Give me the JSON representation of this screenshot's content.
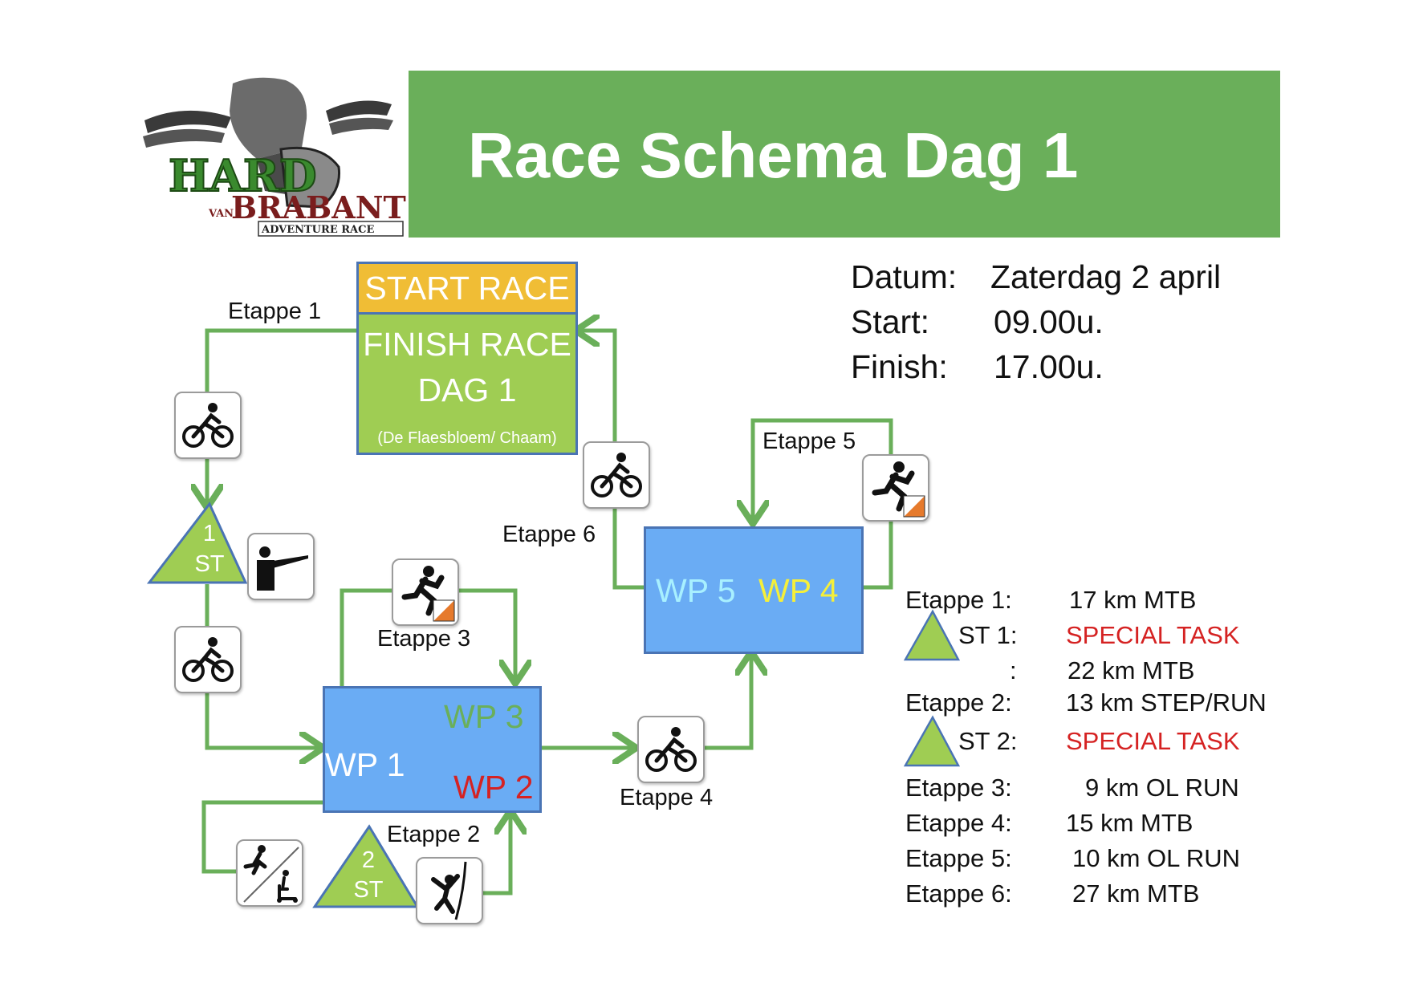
{
  "header": {
    "title": "Race Schema Dag 1"
  },
  "logo": {
    "line1": "HARD",
    "line2": "VAN",
    "line3": "BRABANT",
    "line4": "ADVENTURE RACE"
  },
  "colors": {
    "header_green": "#6aaf5a",
    "arrow_green": "#6aaf5a",
    "start_yellow": "#f0bd35",
    "finish_green": "#9fcd53",
    "wp_blue": "#6aacf4",
    "wp1_text": "#ffffff",
    "wp2_text": "#d52222",
    "wp3_text": "#6aaf5a",
    "wp4_text": "#f5ef3a",
    "wp5_text": "#a8f0ff",
    "special_red": "#d52222"
  },
  "start_box": {
    "label": "START RACE"
  },
  "finish_box": {
    "line1": "FINISH RACE",
    "line2": "DAG 1",
    "line3": "(De Flaesbloem/ Chaam)"
  },
  "waypoints": {
    "wp1": "WP 1",
    "wp2": "WP 2",
    "wp3": "WP 3",
    "wp4": "WP 4",
    "wp5": "WP 5"
  },
  "special_tasks": {
    "st1_num": "1",
    "st1_label": "ST",
    "st2_num": "2",
    "st2_label": "ST"
  },
  "stage_labels": {
    "e1": "Etappe 1",
    "e2": "Etappe 2",
    "e3": "Etappe 3",
    "e4": "Etappe 4",
    "e5": "Etappe 5",
    "e6": "Etappe 6"
  },
  "icons": [
    "bike-icon",
    "shooting-icon",
    "orienteering-run-icon",
    "run-step-icon",
    "climbing-icon"
  ],
  "info": {
    "datum_label": "Datum:",
    "datum_value": "Zaterdag 2 april",
    "start_label": "Start:",
    "start_value": "09.00u.",
    "finish_label": "Finish:",
    "finish_value": "17.00u."
  },
  "legend": {
    "e1_label": "Etappe 1:",
    "e1_value": "17 km MTB",
    "st1_label": "ST 1:",
    "st1_value": "SPECIAL TASK",
    "st1_extra_label": ":",
    "st1_extra_value": "22 km MTB",
    "e2_label": "Etappe 2:",
    "e2_value": "13 km STEP/RUN",
    "st2_label": "ST 2:",
    "st2_value": "SPECIAL TASK",
    "e3_label": "Etappe 3:",
    "e3_value": "9 km OL RUN",
    "e4_label": "Etappe 4:",
    "e4_value": "15 km MTB",
    "e5_label": "Etappe 5:",
    "e5_value": "10 km OL RUN",
    "e6_label": "Etappe 6:",
    "e6_value": "27 km MTB"
  }
}
